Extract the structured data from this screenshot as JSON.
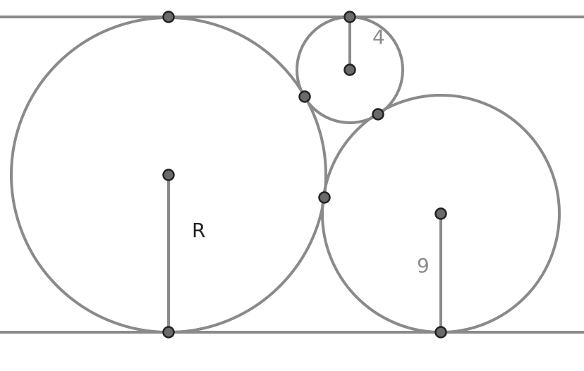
{
  "labels": {
    "small_radius": "4",
    "large_radius": "R",
    "medium_radius": "9"
  },
  "colors": {
    "stroke": "#8a8a8a",
    "point_fill": "#6a6a6a",
    "point_outline": "#222222",
    "label_dark": "#222222",
    "label_gray": "#8a8a8a"
  }
}
